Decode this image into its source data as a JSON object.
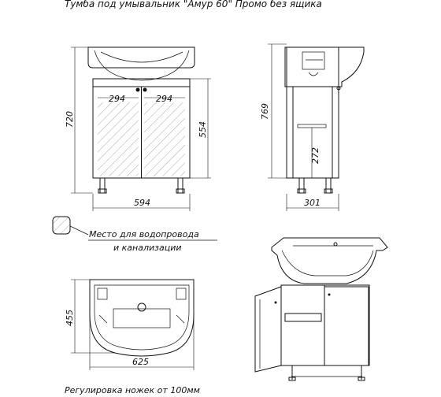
{
  "title": "Тумба под умывальник \"Амур 60\" Промо без ящика",
  "dimensions": {
    "front_height": "720",
    "front_inner_height": "554",
    "door_width_left": "294",
    "door_width_right": "294",
    "front_width": "594",
    "side_height": "769",
    "side_shelf_height": "272",
    "side_depth": "301",
    "top_depth": "455",
    "top_width": "625"
  },
  "legend": {
    "line1": "Место для водопровода",
    "line2": "и канализации"
  },
  "footer": "Регулировка ножек от 100мм"
}
